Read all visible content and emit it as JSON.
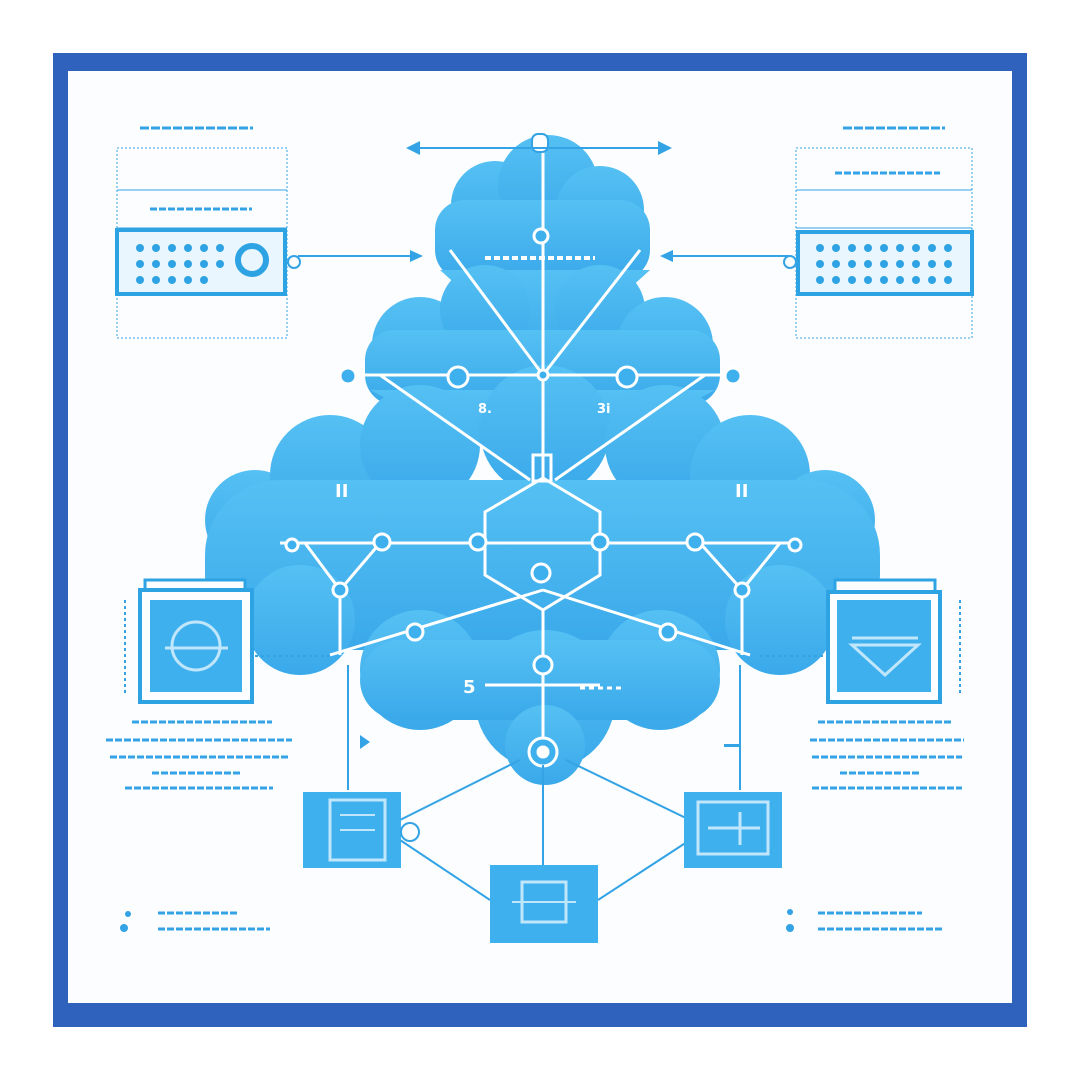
{
  "colors": {
    "frame": "#2f62bd",
    "background": "#fbfdfe",
    "cloud": "#3fb0ee",
    "cloud_light": "#6cc7f4",
    "line_blue": "#33a3e6",
    "line_white": "#ffffff"
  },
  "labels": {
    "cloud_top_caption": "",
    "left_cloud_mark": "II",
    "right_cloud_mark": "II",
    "center_number": "5",
    "node_mark_left": "8.",
    "node_mark_right": "3i"
  },
  "icons": [
    "arrow-right-icon",
    "arrow-left-icon",
    "server-panel-icon",
    "gauge-icon",
    "monitor-icon",
    "document-icon",
    "eye-icon",
    "chart-icon"
  ]
}
